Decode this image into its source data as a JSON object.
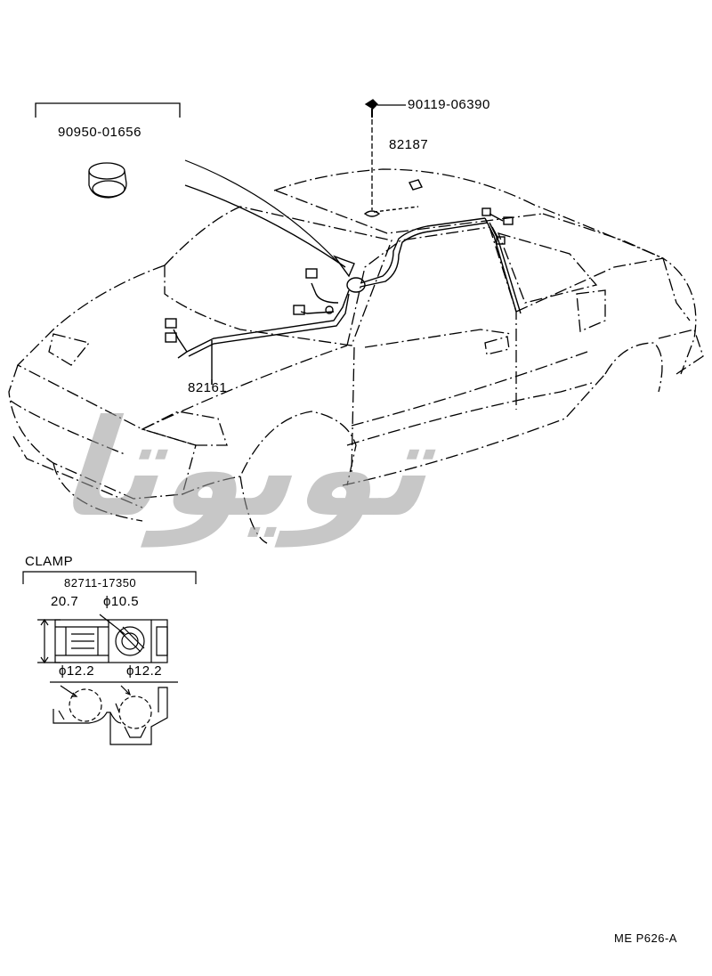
{
  "callouts": {
    "plug": "90950-01656",
    "clip": "90119-06390",
    "roof_wire": "82187",
    "main_wire": "82161"
  },
  "clamp": {
    "title": "CLAMP",
    "part_no": "82711-17350",
    "dim_height": "20.7",
    "dim_top_dia": "ϕ10.5",
    "dim_left_dia": "ϕ12.2",
    "dim_right_dia": "ϕ12.2"
  },
  "watermark": {
    "text": "تویوتا"
  },
  "footer": {
    "code": "ME  P626-A"
  },
  "colors": {
    "line": "#000000",
    "watermark": "#9a9a9a"
  }
}
